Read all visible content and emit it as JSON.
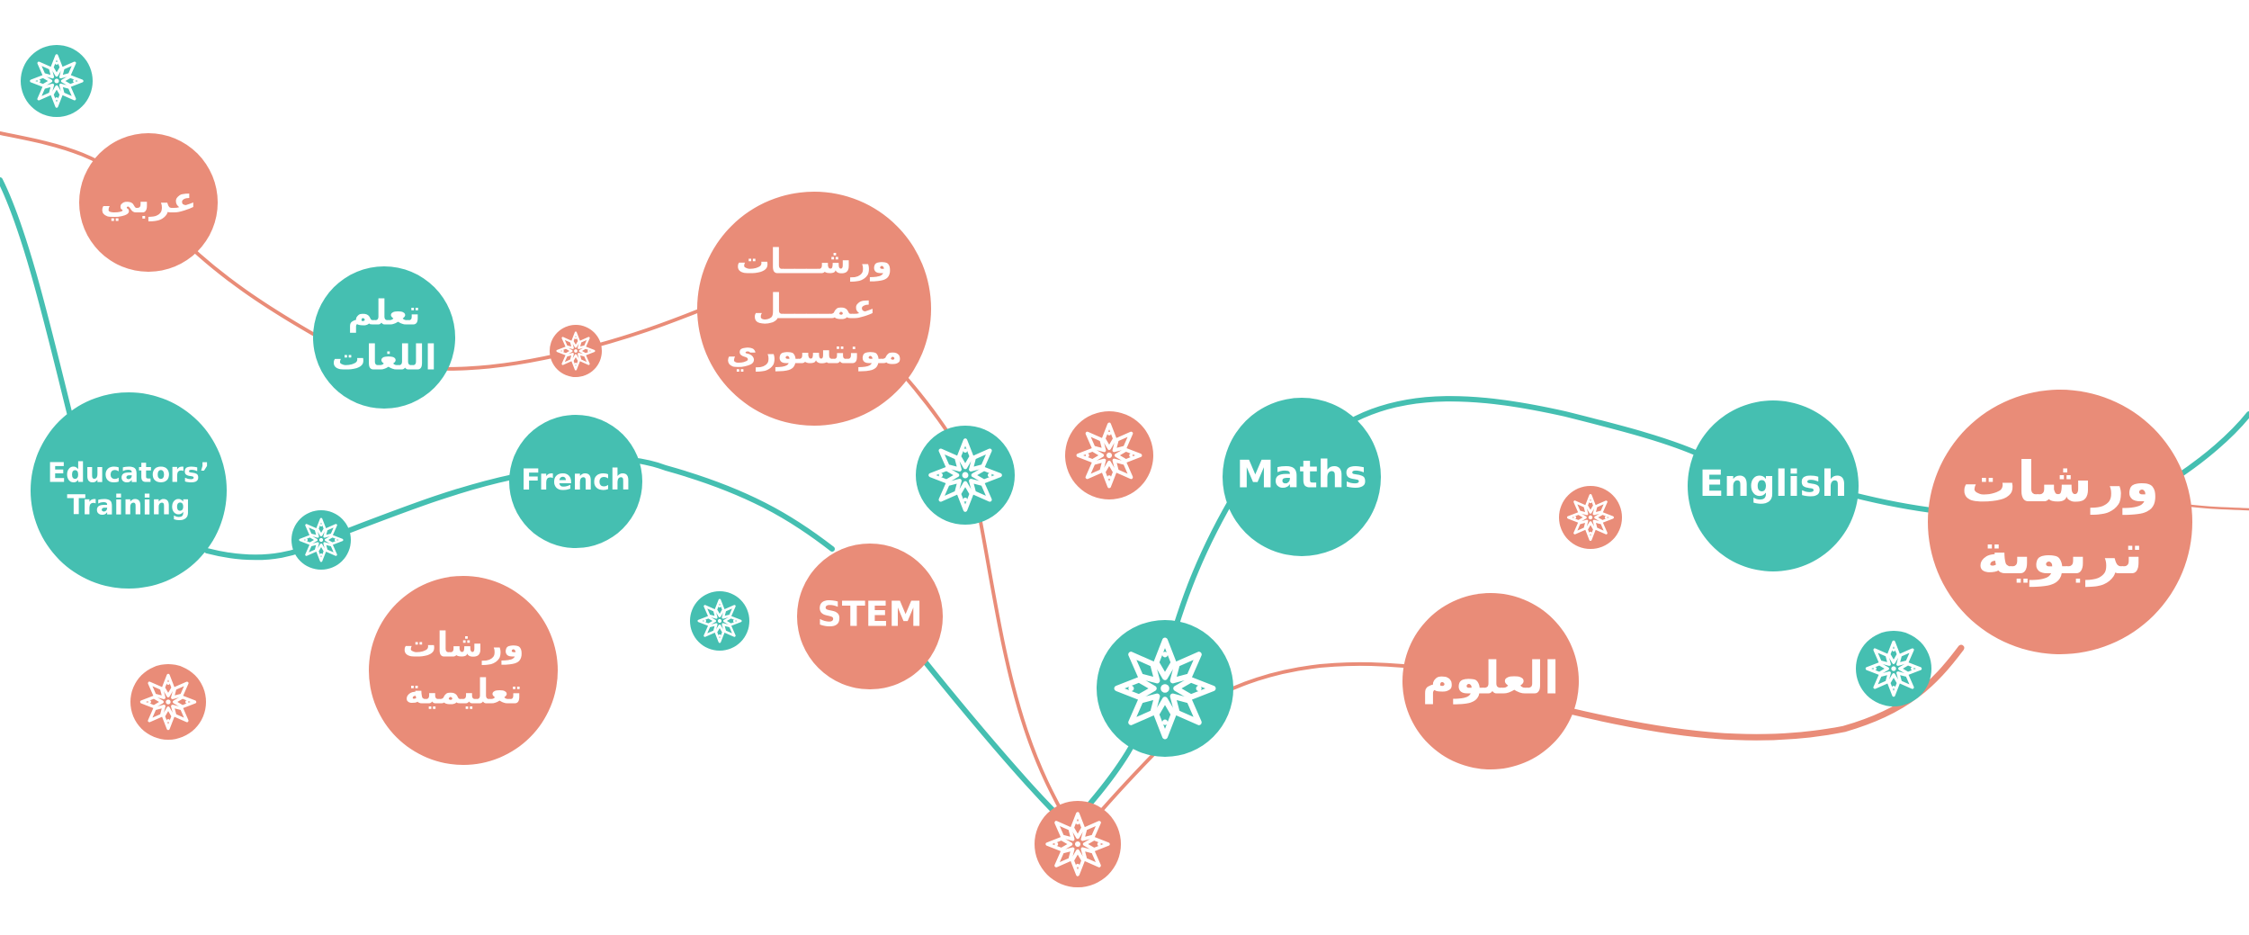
{
  "colors": {
    "teal": "#45bfb1",
    "salmon": "#e98c78",
    "background": "#ffffff"
  },
  "nodes": {
    "arabi": {
      "lines": [
        "عربي"
      ],
      "color": "salmon"
    },
    "learn_languages": {
      "lines": [
        "تعلم",
        "اللغات"
      ],
      "color": "teal"
    },
    "montessori": {
      "lines": [
        "ورشـــات",
        "عمــــل",
        "مونتسوري"
      ],
      "color": "salmon"
    },
    "educators_training": {
      "lines": [
        "Educators’",
        "Training"
      ],
      "color": "teal"
    },
    "french": {
      "lines": [
        "French"
      ],
      "color": "teal"
    },
    "educational_workshops": {
      "lines": [
        "ورشات",
        "تعليمية"
      ],
      "color": "salmon"
    },
    "stem": {
      "lines": [
        "STEM"
      ],
      "color": "salmon"
    },
    "maths": {
      "lines": [
        "Maths"
      ],
      "color": "teal"
    },
    "english": {
      "lines": [
        "English"
      ],
      "color": "teal"
    },
    "pedagogical_workshops": {
      "lines": [
        "ورشات",
        "تربوية"
      ],
      "color": "salmon"
    },
    "sciences": {
      "lines": [
        "العلوم"
      ],
      "color": "salmon"
    }
  },
  "ornaments": [
    {
      "color": "teal"
    },
    {
      "color": "salmon"
    },
    {
      "color": "teal"
    },
    {
      "color": "teal"
    },
    {
      "color": "salmon"
    },
    {
      "color": "teal"
    },
    {
      "color": "salmon"
    },
    {
      "color": "teal"
    },
    {
      "color": "salmon"
    },
    {
      "color": "teal"
    },
    {
      "color": "salmon"
    }
  ]
}
